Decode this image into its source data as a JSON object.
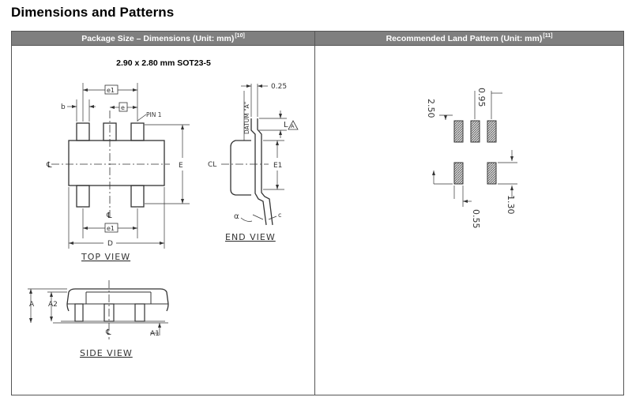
{
  "page": {
    "title": "Dimensions and Patterns"
  },
  "left_panel": {
    "header": "Package Size – Dimensions (Unit: mm)",
    "header_ref": "[10]",
    "package_label": "2.90 x 2.80 mm SOT23-5",
    "top_view": {
      "caption": "TOP VIEW",
      "labels": {
        "b": "b",
        "e1": "e1",
        "e": "e",
        "pin1": "PIN 1",
        "cl_left": "℄",
        "cl_bottom": "℄",
        "E": "E",
        "D": "D",
        "e1_bottom": "e1"
      }
    },
    "end_view": {
      "caption": "END VIEW",
      "labels": {
        "dim_025": "0.25",
        "datum": "DATUM \"A\"",
        "L": "L",
        "cl": "CL",
        "E1": "E1",
        "alpha": "α",
        "c": "c",
        "ref_A": "A"
      }
    },
    "side_view": {
      "caption": "SIDE VIEW",
      "labels": {
        "A": "A",
        "A2": "A2",
        "A1": "A1",
        "cl": "℄"
      }
    }
  },
  "right_panel": {
    "header": "Recommended Land Pattern (Unit: mm)",
    "header_ref": "[11]",
    "dims": {
      "d250": "2.50",
      "d095": "0.95",
      "d055": "0.55",
      "d130": "1.30"
    }
  }
}
